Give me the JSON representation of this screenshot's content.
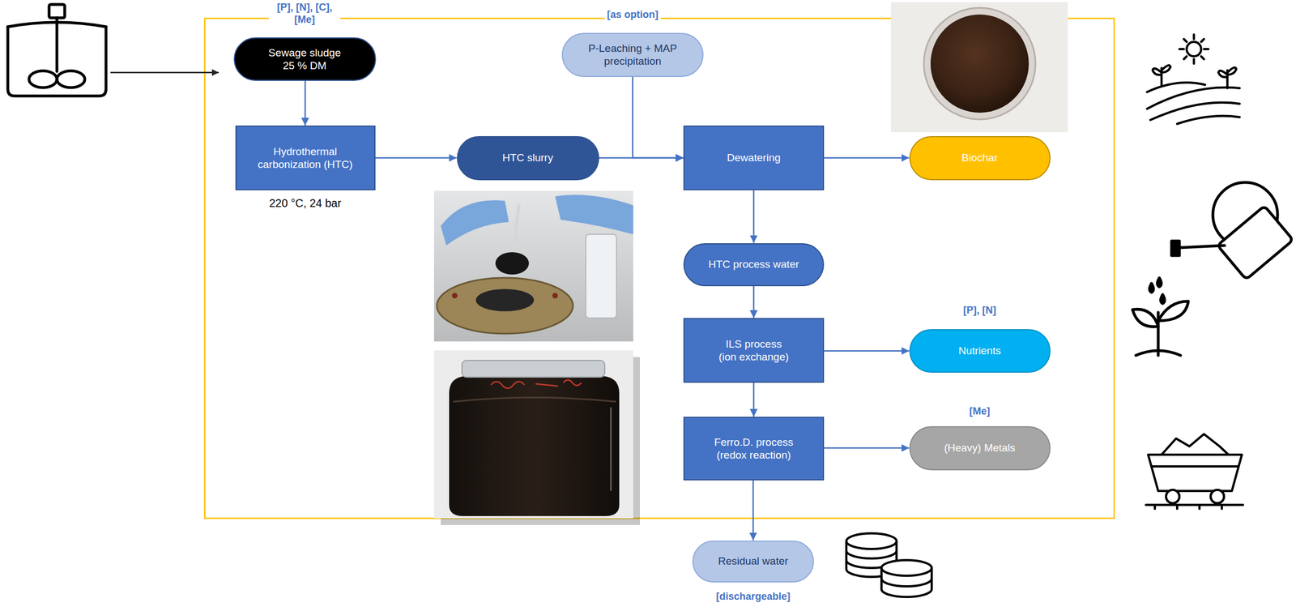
{
  "diagram": {
    "nodes": [
      {
        "text": [
          "Sewage sludge 25 % DM"
        ]
      },
      {
        "text": [
          "P-Leaching + MAP precipitation"
        ]
      },
      {
        "text": [
          "Hydrothermal carbonization (HTC)"
        ]
      },
      {
        "text": [
          "HTC slurry"
        ]
      },
      {
        "text": [
          "Dewatering"
        ]
      },
      {
        "text": [
          "Biochar"
        ]
      },
      {
        "text": [
          "HTC process water"
        ]
      },
      {
        "text": [
          "ILS process (ion exchange)"
        ]
      },
      {
        "text": [
          "Nutrients"
        ]
      },
      {
        "text": [
          "Ferro.D. process (redox reaction)"
        ]
      },
      {
        "text": [
          "(Heavy) Metals"
        ]
      },
      {
        "text": [
          "Residual water"
        ]
      }
    ],
    "edges": [
      {
        "from": 0,
        "to": 2,
        "arrow": "to"
      },
      {
        "from": 2,
        "to": 3,
        "arrow": "to"
      },
      {
        "from": 3,
        "to": 4,
        "arrow": "to"
      },
      {
        "from": 1,
        "to": 4,
        "arrow": "to"
      },
      {
        "from": 4,
        "to": 5,
        "arrow": "to"
      },
      {
        "from": 4,
        "to": 6,
        "arrow": "to"
      },
      {
        "from": 6,
        "to": 7,
        "arrow": "to"
      },
      {
        "from": 7,
        "to": 8,
        "arrow": "to"
      },
      {
        "from": 7,
        "to": 9,
        "arrow": "to"
      },
      {
        "from": 9,
        "to": 10,
        "arrow": "to"
      },
      {
        "from": 9,
        "to": 11,
        "arrow": "to"
      }
    ],
    "labels": [
      "[P], [N], [C], [Me]",
      "220 °C, 24 bar",
      "[as option]",
      "[P], [N]",
      "[Me]",
      "[dischargeable]"
    ]
  }
}
